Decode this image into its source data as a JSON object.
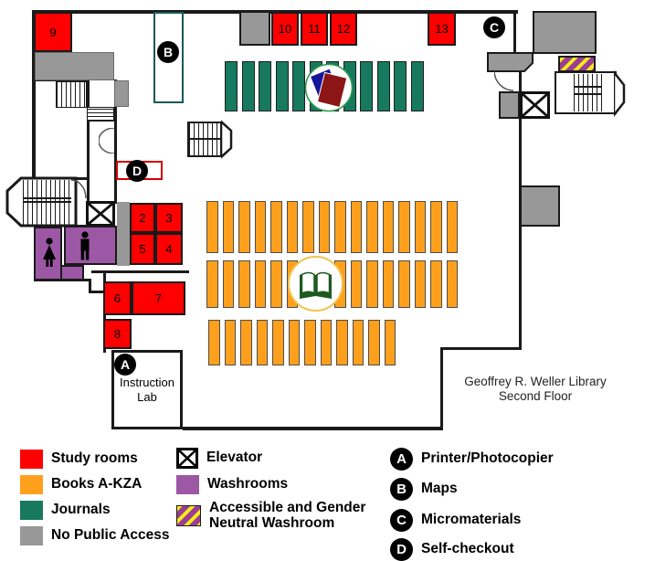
{
  "title": {
    "line1": "Geoffrey R. Weller Library",
    "line2": "Second Floor"
  },
  "map": {
    "rooms": {
      "r2": "2",
      "r3": "3",
      "r4": "4",
      "r5": "5",
      "r6": "6",
      "r7": "7",
      "r8": "8",
      "r9": "9",
      "r10": "10",
      "r11": "11",
      "r12": "12",
      "r13": "13"
    },
    "markers": {
      "a": "A",
      "b": "B",
      "c": "C",
      "d": "D"
    },
    "instruction_lab": {
      "line1": "Instruction",
      "line2": "Lab"
    },
    "shelves": {
      "journals": 12,
      "books_row1": 16,
      "books_row2": 16,
      "books_row3": 12
    }
  },
  "legend": {
    "col1": [
      {
        "label": "Study rooms",
        "color": "#fe0000"
      },
      {
        "label": "Books A-KZA",
        "color": "#ffa01d"
      },
      {
        "label": "Journals",
        "color": "#17795e"
      },
      {
        "label": "No Public Access",
        "color": "#989898"
      }
    ],
    "col2": {
      "elevator": "Elevator",
      "washrooms": "Washrooms",
      "washrooms_color": "#9c57a5",
      "accessible_line1": "Accessible and Gender",
      "accessible_line2": "Neutral Washroom"
    },
    "col3": [
      {
        "letter": "A",
        "label": "Printer/Photocopier"
      },
      {
        "letter": "B",
        "label": "Maps"
      },
      {
        "letter": "C",
        "label": "Micromaterials"
      },
      {
        "letter": "D",
        "label": "Self-checkout"
      }
    ]
  },
  "colors": {
    "wall": "#1a1a1a",
    "study_rooms": "#fe0000",
    "books": "#ffa01d",
    "journals": "#17795e",
    "no_public_access": "#989898",
    "washrooms": "#9c57a5",
    "accessible_stripe_yellow": "#f5ed16",
    "accessible_stripe_purple": "#9b3d96",
    "maps_room_border": "#15595c",
    "self_checkout_border": "#d40000"
  }
}
